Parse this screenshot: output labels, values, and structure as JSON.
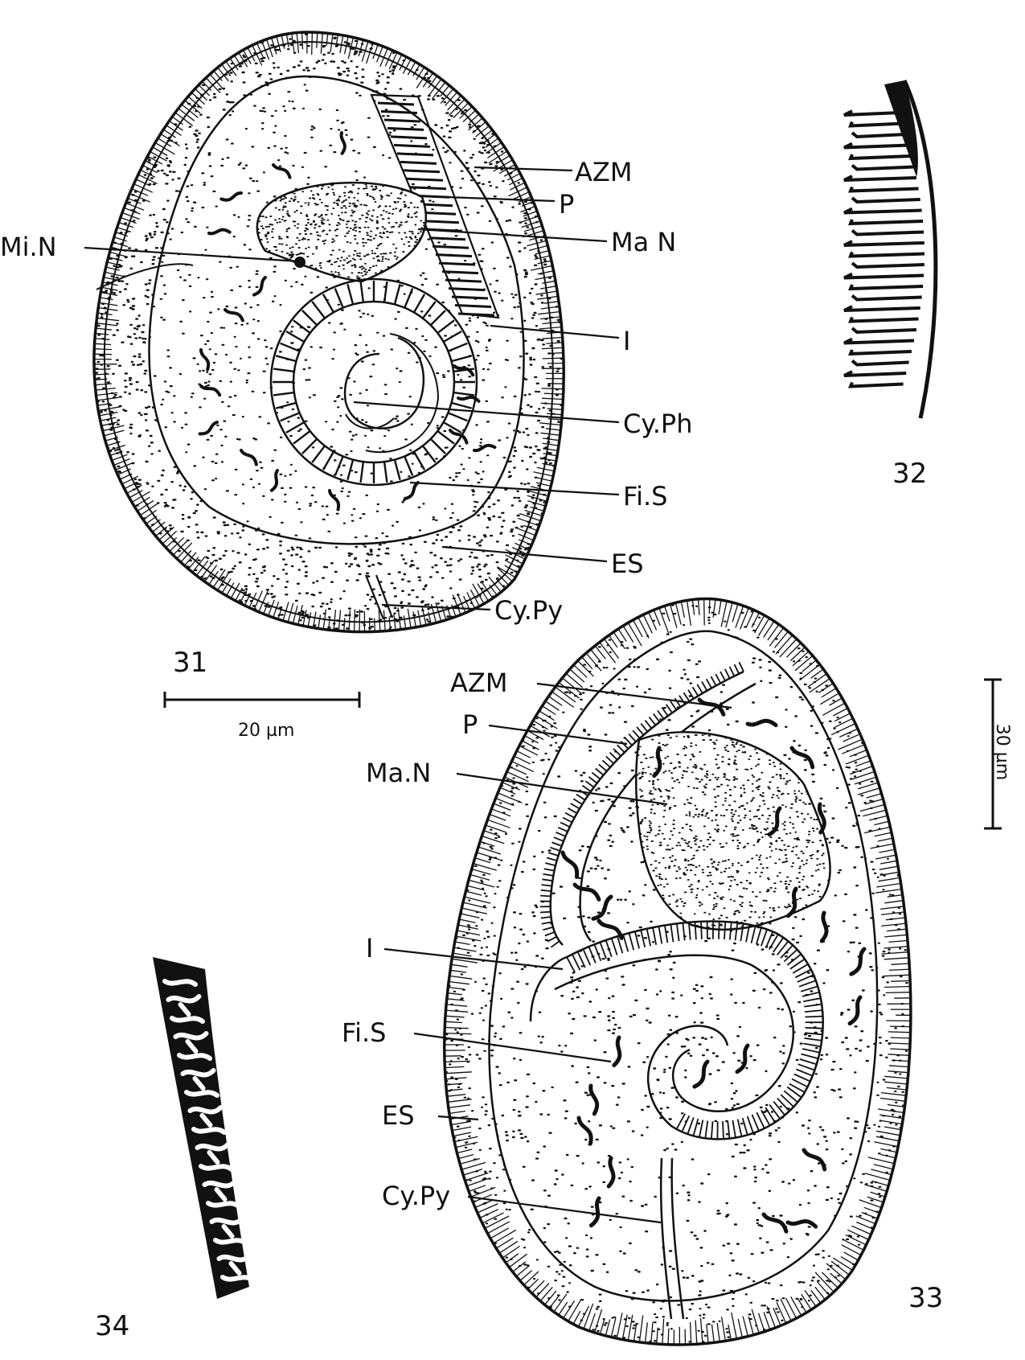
{
  "colors": {
    "ink": "#111111",
    "paper": "#ffffff"
  },
  "figures": {
    "fig31": {
      "number": "31",
      "labels": {
        "azm": "AZM",
        "p": "P",
        "man": "Ma N",
        "min": "Mi.N",
        "i": "I",
        "cyph": "Cy.Ph",
        "fis": "Fi.S",
        "es": "ES",
        "cypy": "Cy.Py"
      },
      "scale": "20 µm"
    },
    "fig32": {
      "number": "32"
    },
    "fig33": {
      "number": "33",
      "labels": {
        "azm": "AZM",
        "p": "P",
        "man": "Ma.N",
        "i": "I",
        "fis": "Fi.S",
        "es": "ES",
        "cypy": "Cy.Py"
      },
      "scale": "30 µm"
    },
    "fig34": {
      "number": "34"
    }
  }
}
